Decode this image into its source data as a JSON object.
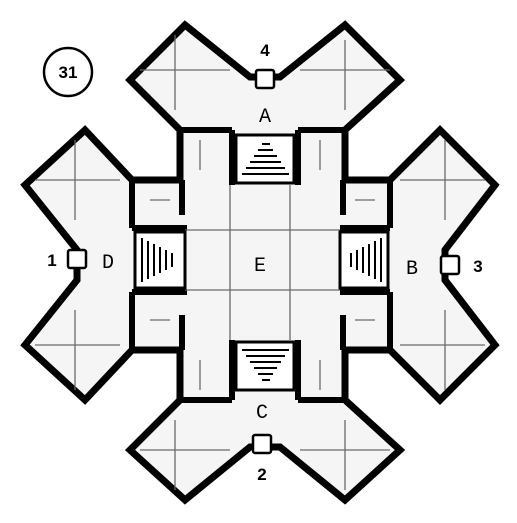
{
  "map": {
    "level_badge": "31",
    "rooms": {
      "a": "A",
      "b": "B",
      "c": "C",
      "d": "D",
      "e": "E"
    },
    "doors": {
      "north": "4",
      "south": "2",
      "west": "1",
      "east": "3"
    }
  },
  "colors": {
    "floor": "#f5f5f5",
    "ink": "#000000",
    "grid": "#6a6a6a"
  },
  "icons": [
    "stairs-icon",
    "door-icon"
  ]
}
